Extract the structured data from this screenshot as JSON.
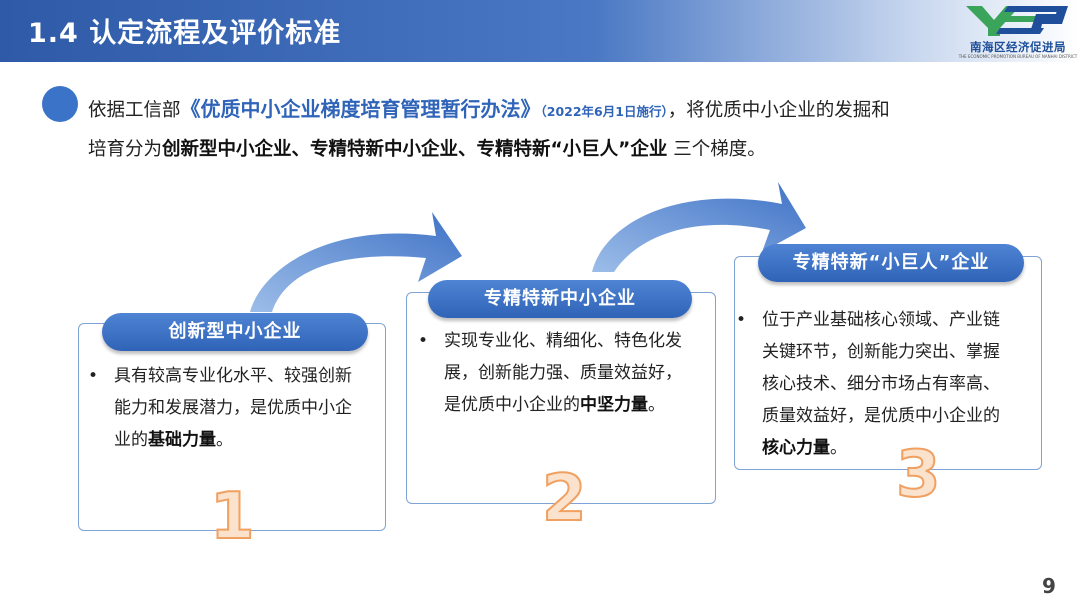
{
  "header": {
    "title": "1.4 认定流程及评价标准"
  },
  "logo": {
    "mark_text": "YEP",
    "name_cn": "南海区经济促进局",
    "name_en": "THE ECONOMIC PROMOTION BUREAU OF NANHAI DISTRICT"
  },
  "intro": {
    "prefix": "依据工信部",
    "doc_title": "《优质中小企业梯度培育管理暂行办法》",
    "doc_note": "（2022年6月1日施行）",
    "after_doc": "，将优质中小企业的发掘和",
    "line2_prefix": "培育分为",
    "tiers_bold": "创新型中小企业、专精特新中小企业、专精特新“小巨人”企业",
    "line2_suffix": " 三个梯度。"
  },
  "tiers": [
    {
      "label": "创新型中小企业",
      "bullet": "•",
      "lines": [
        "具有较高专业化水平、较强创新",
        "能力和发展潜力，是优质中小企"
      ],
      "last_prefix": "业的",
      "last_bold": "基础力量",
      "last_suffix": "。",
      "number": "1"
    },
    {
      "label": "专精特新中小企业",
      "bullet": "•",
      "lines": [
        "实现专业化、精细化、特色化发",
        "展，创新能力强、质量效益好，"
      ],
      "last_prefix": "是优质中小企业的",
      "last_bold": "中坚力量",
      "last_suffix": "。",
      "number": "2"
    },
    {
      "label": "专精特新“小巨人”企业",
      "bullet": "•",
      "lines": [
        "位于产业基础核心领域、产业链",
        "关键环节，创新能力突出、掌握",
        "核心技术、细分市场占有率高、",
        "质量效益好，是优质中小企业的"
      ],
      "last_prefix": "",
      "last_bold": "核心力量",
      "last_suffix": "。",
      "number": "3"
    }
  ],
  "colors": {
    "header_blue": "#2e5aa8",
    "accent_blue": "#2f64b8",
    "number_orange": "#f0a060"
  },
  "page_number": "9"
}
